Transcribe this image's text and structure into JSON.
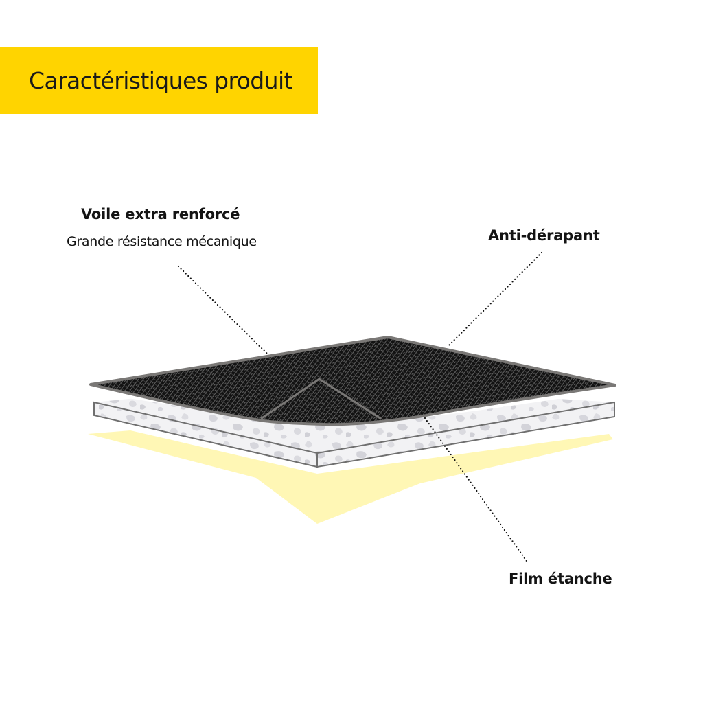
{
  "header": {
    "title": "Caractéristiques produit",
    "background_color": "#FFD400"
  },
  "callouts": [
    {
      "id": "voile",
      "title": "Voile extra renforcé",
      "subtitle": "Grande résistance mécanique",
      "points_to": "top reinforced sheet"
    },
    {
      "id": "anti-derapant",
      "title": "Anti-dérapant",
      "points_to": "top textured surface"
    },
    {
      "id": "film",
      "title": "Film étanche",
      "points_to": "waterproof film layer"
    }
  ],
  "illustration": {
    "layers": [
      {
        "name": "top-textured-sheet",
        "color": "#141414",
        "outline": "#7a7876"
      },
      {
        "name": "middle-felt-layer",
        "color": "#f1f1f3",
        "pattern": "#d4d4da",
        "outline": "#6f6f6f"
      },
      {
        "name": "bottom-film-layer",
        "color": "#FFF7B5"
      }
    ]
  }
}
